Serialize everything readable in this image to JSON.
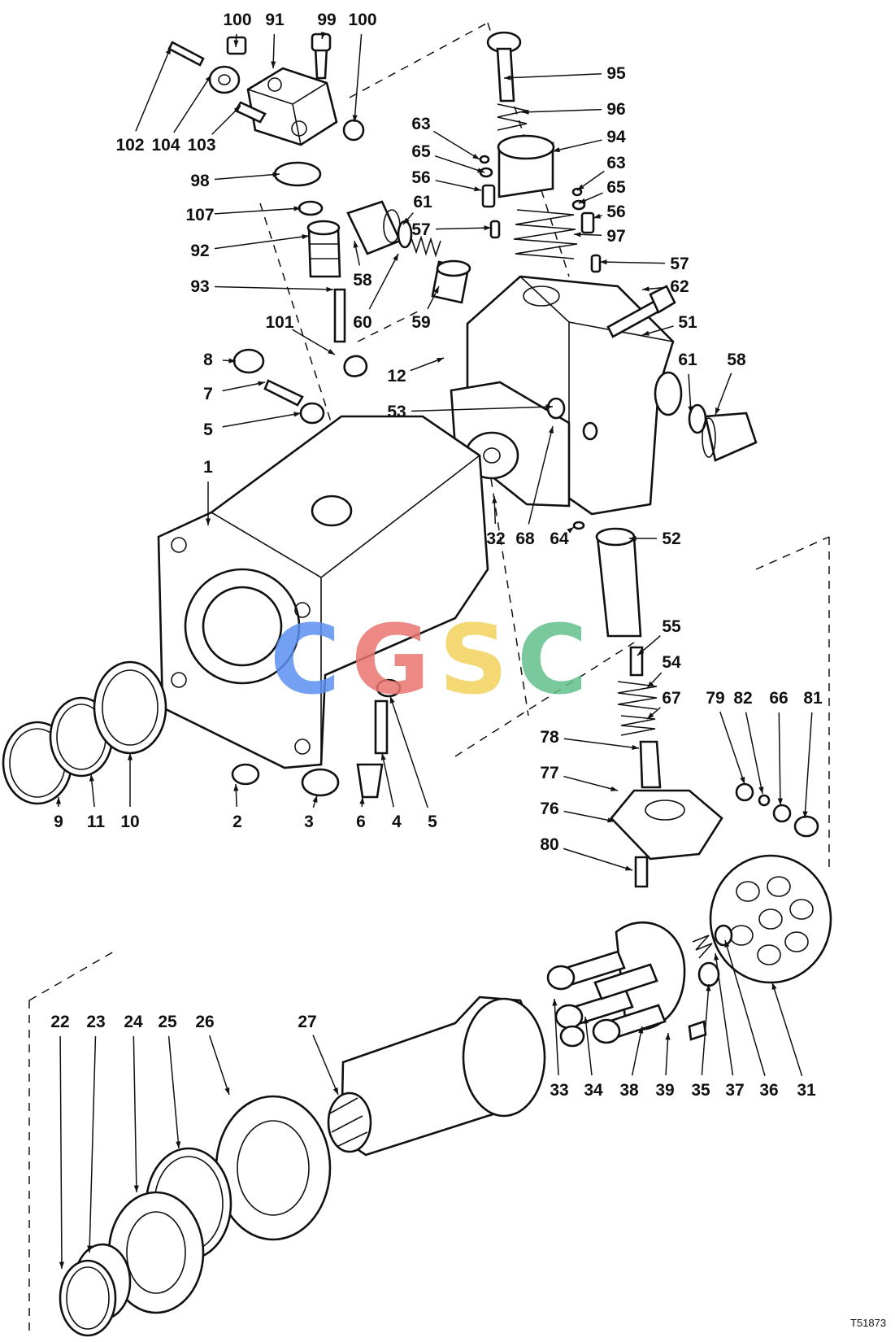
{
  "reference_code": "T51873",
  "watermark": {
    "letters": [
      "C",
      "G",
      "S",
      "C"
    ],
    "colors": [
      "#5b8ff0",
      "#e9746f",
      "#f2d15c",
      "#63c08c"
    ]
  },
  "callouts": [
    "100",
    "91",
    "99",
    "100",
    "95",
    "96",
    "94",
    "63",
    "65",
    "56",
    "63",
    "65",
    "56",
    "57",
    "97",
    "57",
    "62",
    "102",
    "104",
    "103",
    "98",
    "107",
    "92",
    "93",
    "61",
    "58",
    "60",
    "59",
    "101",
    "8",
    "7",
    "5",
    "12",
    "53",
    "51",
    "61",
    "58",
    "1",
    "32",
    "68",
    "64",
    "52",
    "55",
    "54",
    "67",
    "78",
    "77",
    "79",
    "82",
    "66",
    "81",
    "76",
    "80",
    "9",
    "11",
    "10",
    "2",
    "3",
    "6",
    "4",
    "5",
    "22",
    "23",
    "24",
    "25",
    "26",
    "27",
    "33",
    "34",
    "38",
    "39",
    "35",
    "37",
    "36",
    "31"
  ]
}
